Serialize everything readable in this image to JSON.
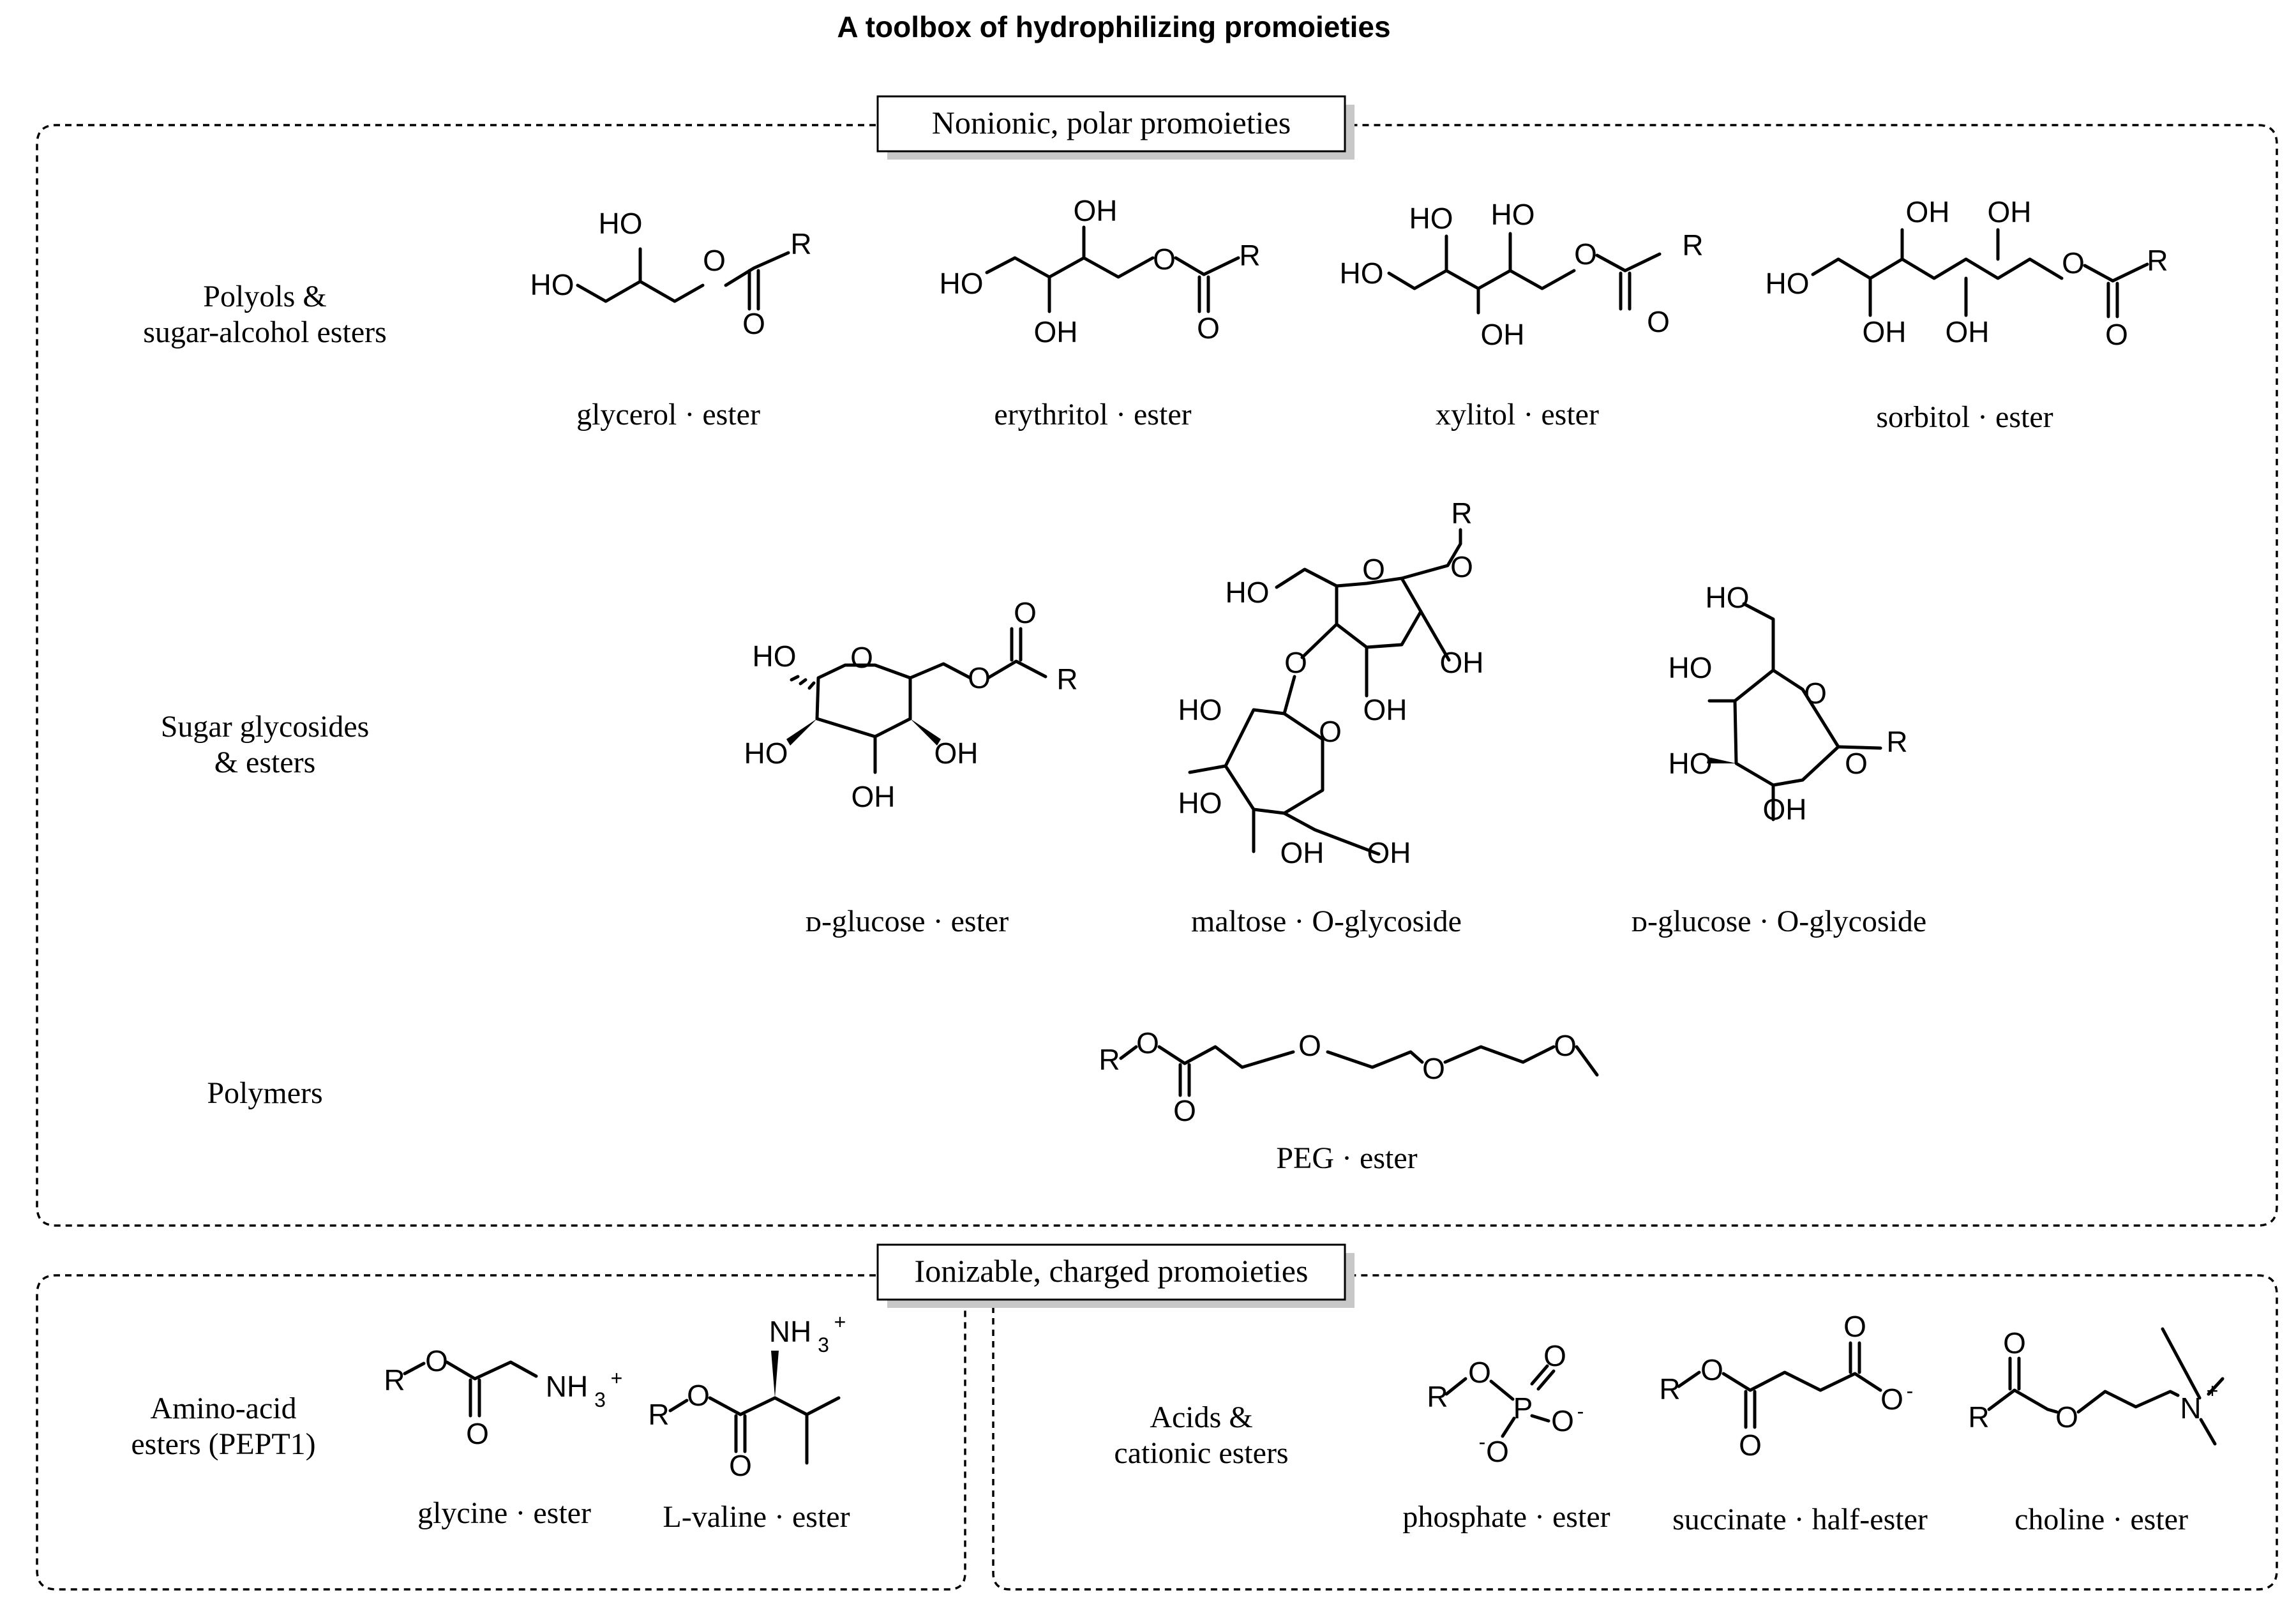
{
  "title": "A toolbox of hydrophilizing promoieties",
  "sections": [
    {
      "header": "Nonionic, polar promoieties",
      "rows": [
        {
          "label": [
            "Polyols &",
            "sugar-alcohol esters"
          ],
          "items": [
            "glycerol · ester",
            "erythritol · ester",
            "xylitol · ester",
            "sorbitol · ester"
          ]
        },
        {
          "label": [
            "Sugar glycosides",
            "& esters"
          ],
          "items": [
            "ᴅ-glucose · ester",
            "maltose · O-glycoside",
            "ᴅ-glucose · O-glycoside"
          ]
        },
        {
          "label": [
            "Polymers"
          ],
          "items": [
            "PEG · ester"
          ]
        }
      ]
    },
    {
      "header": "Ionizable, charged promoieties",
      "groups": [
        {
          "label": [
            "Amino-acid",
            "esters (PEPT1)"
          ],
          "items": [
            "glycine · ester",
            "L-valine · ester"
          ]
        },
        {
          "label": [
            "Acids &",
            "cationic esters"
          ],
          "items": [
            "phosphate · ester",
            "succinate · half-ester",
            "choline · ester"
          ]
        }
      ]
    }
  ],
  "structures": {
    "glycerol": {
      "atoms": [
        "HO",
        "HO",
        "O",
        "R",
        "O"
      ]
    },
    "erythritol": {
      "atoms": [
        "HO",
        "OH",
        "OH",
        "O",
        "R",
        "O"
      ]
    },
    "xylitol": {
      "atoms": [
        "HO",
        "HO",
        "HO",
        "OH",
        "O",
        "R",
        "O"
      ]
    },
    "sorbitol": {
      "atoms": [
        "HO",
        "OH",
        "OH",
        "OH",
        "OH",
        "O",
        "R",
        "O"
      ]
    },
    "glucose_ester": {
      "atoms": [
        "HO",
        "O",
        "HO",
        "OH",
        "OH",
        "O",
        "O",
        "R"
      ]
    },
    "maltose": {
      "atoms": [
        "R",
        "O",
        "HO",
        "O",
        "O",
        "OH",
        "OH",
        "HO",
        "O",
        "HO",
        "OH",
        "OH"
      ]
    },
    "glucose_glycoside": {
      "atoms": [
        "HO",
        "HO",
        "O",
        "HO",
        "O",
        "R",
        "OH"
      ]
    },
    "peg": {
      "atoms": [
        "R",
        "O",
        "O",
        "O",
        "O",
        "O"
      ]
    },
    "glycine": {
      "atoms": [
        "R",
        "O",
        "O",
        "NH",
        "3",
        "+"
      ]
    },
    "valine": {
      "atoms": [
        "R",
        "O",
        "O",
        "NH",
        "3",
        "+"
      ]
    },
    "phosphate": {
      "atoms": [
        "R",
        "O",
        "P",
        "O",
        "O",
        "-",
        "O",
        "-"
      ]
    },
    "succinate": {
      "atoms": [
        "R",
        "O",
        "O",
        "O",
        "O",
        "-"
      ]
    },
    "choline": {
      "atoms": [
        "O",
        "R",
        "O",
        "N",
        "+"
      ]
    }
  }
}
